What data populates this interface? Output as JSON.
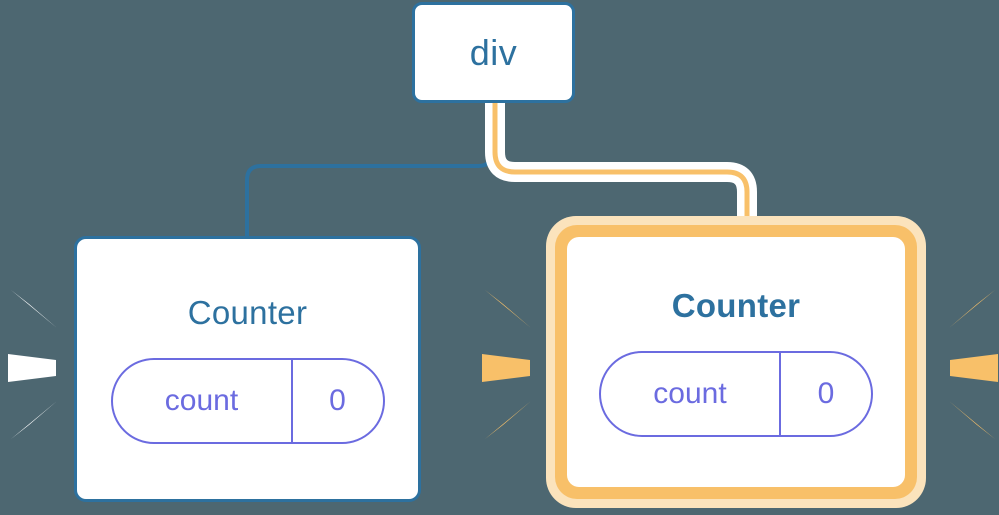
{
  "diagram": {
    "type": "component-tree",
    "background_color": "#4d6771",
    "nodes": [
      {
        "id": "root",
        "label": "div",
        "kind": "element",
        "highlighted": false,
        "border_color": "#2d719f",
        "text_color": "#2d719f"
      },
      {
        "id": "counter-left",
        "label": "Counter",
        "kind": "component",
        "highlighted": false,
        "border_color": "#2d719f",
        "text_color": "#2d719f",
        "state": {
          "key": "count",
          "value": "0",
          "color": "#6b6be0"
        },
        "sparkle_color": "#ffffff"
      },
      {
        "id": "counter-right",
        "label": "Counter",
        "kind": "component",
        "highlighted": true,
        "border_color": "#f8c069",
        "glow_color": "#fbe3bc",
        "text_color": "#2d719f",
        "state": {
          "key": "count",
          "value": "0",
          "color": "#6b6be0"
        },
        "sparkle_color": "#f8c069"
      }
    ],
    "edges": [
      {
        "from": "root",
        "to": "counter-left",
        "color": "#2d719f",
        "highlighted": false
      },
      {
        "from": "root",
        "to": "counter-right",
        "color": "#f8c069",
        "highlighted": true,
        "halo_color": "#ffffff"
      }
    ]
  }
}
